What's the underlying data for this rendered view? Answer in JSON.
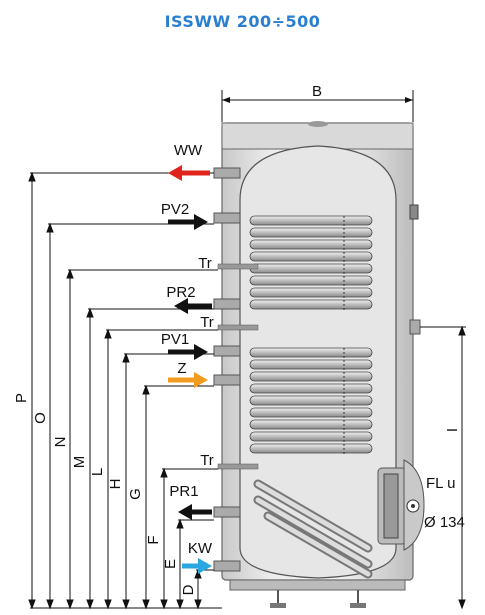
{
  "title": "ISSWW 200÷500",
  "labels": {
    "b": "B",
    "ww": "WW",
    "pv2": "PV2",
    "tr1": "Tr",
    "pr2": "PR2",
    "tr2": "Tr",
    "pv1": "PV1",
    "z": "Z",
    "tr3": "Tr",
    "pr1": "PR1",
    "kw": "KW",
    "fl": "FL u",
    "flange": "Ø 134"
  },
  "dims": {
    "p": "P",
    "o": "O",
    "n": "N",
    "m": "M",
    "l": "L",
    "h": "H",
    "g": "G",
    "f": "F",
    "e": "E",
    "d": "D",
    "i": "I"
  },
  "colors": {
    "title": "#2b7fd0",
    "hot_arrow": "#e0241b",
    "z_arrow": "#f29c1f",
    "cold_arrow": "#2aa6e0",
    "line": "#111111"
  }
}
